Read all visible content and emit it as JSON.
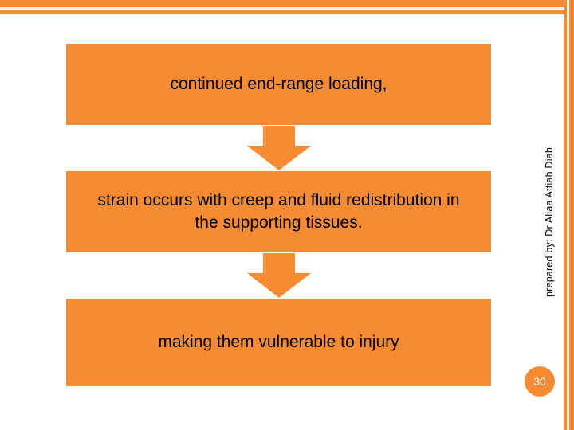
{
  "slide": {
    "page_number": "30",
    "credit": "prepared by: Dr Aliaa Attiah Diab",
    "accent_color": "#f68b33",
    "text_color": "#000000",
    "background_color": "#ffffff"
  },
  "flow": {
    "boxes": [
      {
        "text": "continued end-range loading,"
      },
      {
        "text": "strain occurs with creep and fluid redistribution in the supporting tissues."
      },
      {
        "text": "making them vulnerable to injury"
      }
    ],
    "connectors": [
      {
        "icon": "down-arrow-icon"
      },
      {
        "icon": "down-arrow-icon"
      }
    ]
  }
}
